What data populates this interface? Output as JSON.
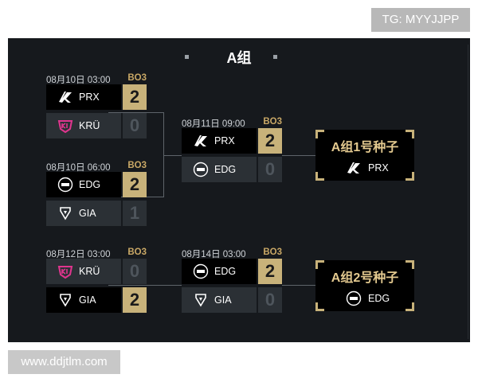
{
  "watermarks": {
    "top_right": "TG: MYYJJPP",
    "bottom_left": "www.ddjtlm.com"
  },
  "group_title": "A组",
  "matches": [
    {
      "date": "08月10日 03:00",
      "format": "BO3",
      "team1": {
        "name": "PRX",
        "score": "2"
      },
      "team2": {
        "name": "KRÜ",
        "score": "0"
      }
    },
    {
      "date": "08月10日 06:00",
      "format": "BO3",
      "team1": {
        "name": "EDG",
        "score": "2"
      },
      "team2": {
        "name": "GIA",
        "score": "1"
      }
    },
    {
      "date": "08月11日 09:00",
      "format": "BO3",
      "team1": {
        "name": "PRX",
        "score": "2"
      },
      "team2": {
        "name": "EDG",
        "score": "0"
      }
    },
    {
      "date": "08月12日 03:00",
      "format": "BO3",
      "team1": {
        "name": "KRÜ",
        "score": "0"
      },
      "team2": {
        "name": "GIA",
        "score": "2"
      }
    },
    {
      "date": "08月14日 03:00",
      "format": "BO3",
      "team1": {
        "name": "EDG",
        "score": "2"
      },
      "team2": {
        "name": "GIA",
        "score": "0"
      }
    }
  ],
  "seeds": [
    {
      "title": "A组1号种子",
      "team": "PRX"
    },
    {
      "title": "A组2号种子",
      "team": "EDG"
    }
  ],
  "colors": {
    "winner_score_bg": "#c8b27a",
    "seed_title": "#e3c98f",
    "background": "#16191d",
    "loser_bg": "#2b3035"
  },
  "logos": {
    "PRX": "prx-logo",
    "KRÜ": "kru-logo",
    "EDG": "edg-logo",
    "GIA": "gia-logo"
  }
}
